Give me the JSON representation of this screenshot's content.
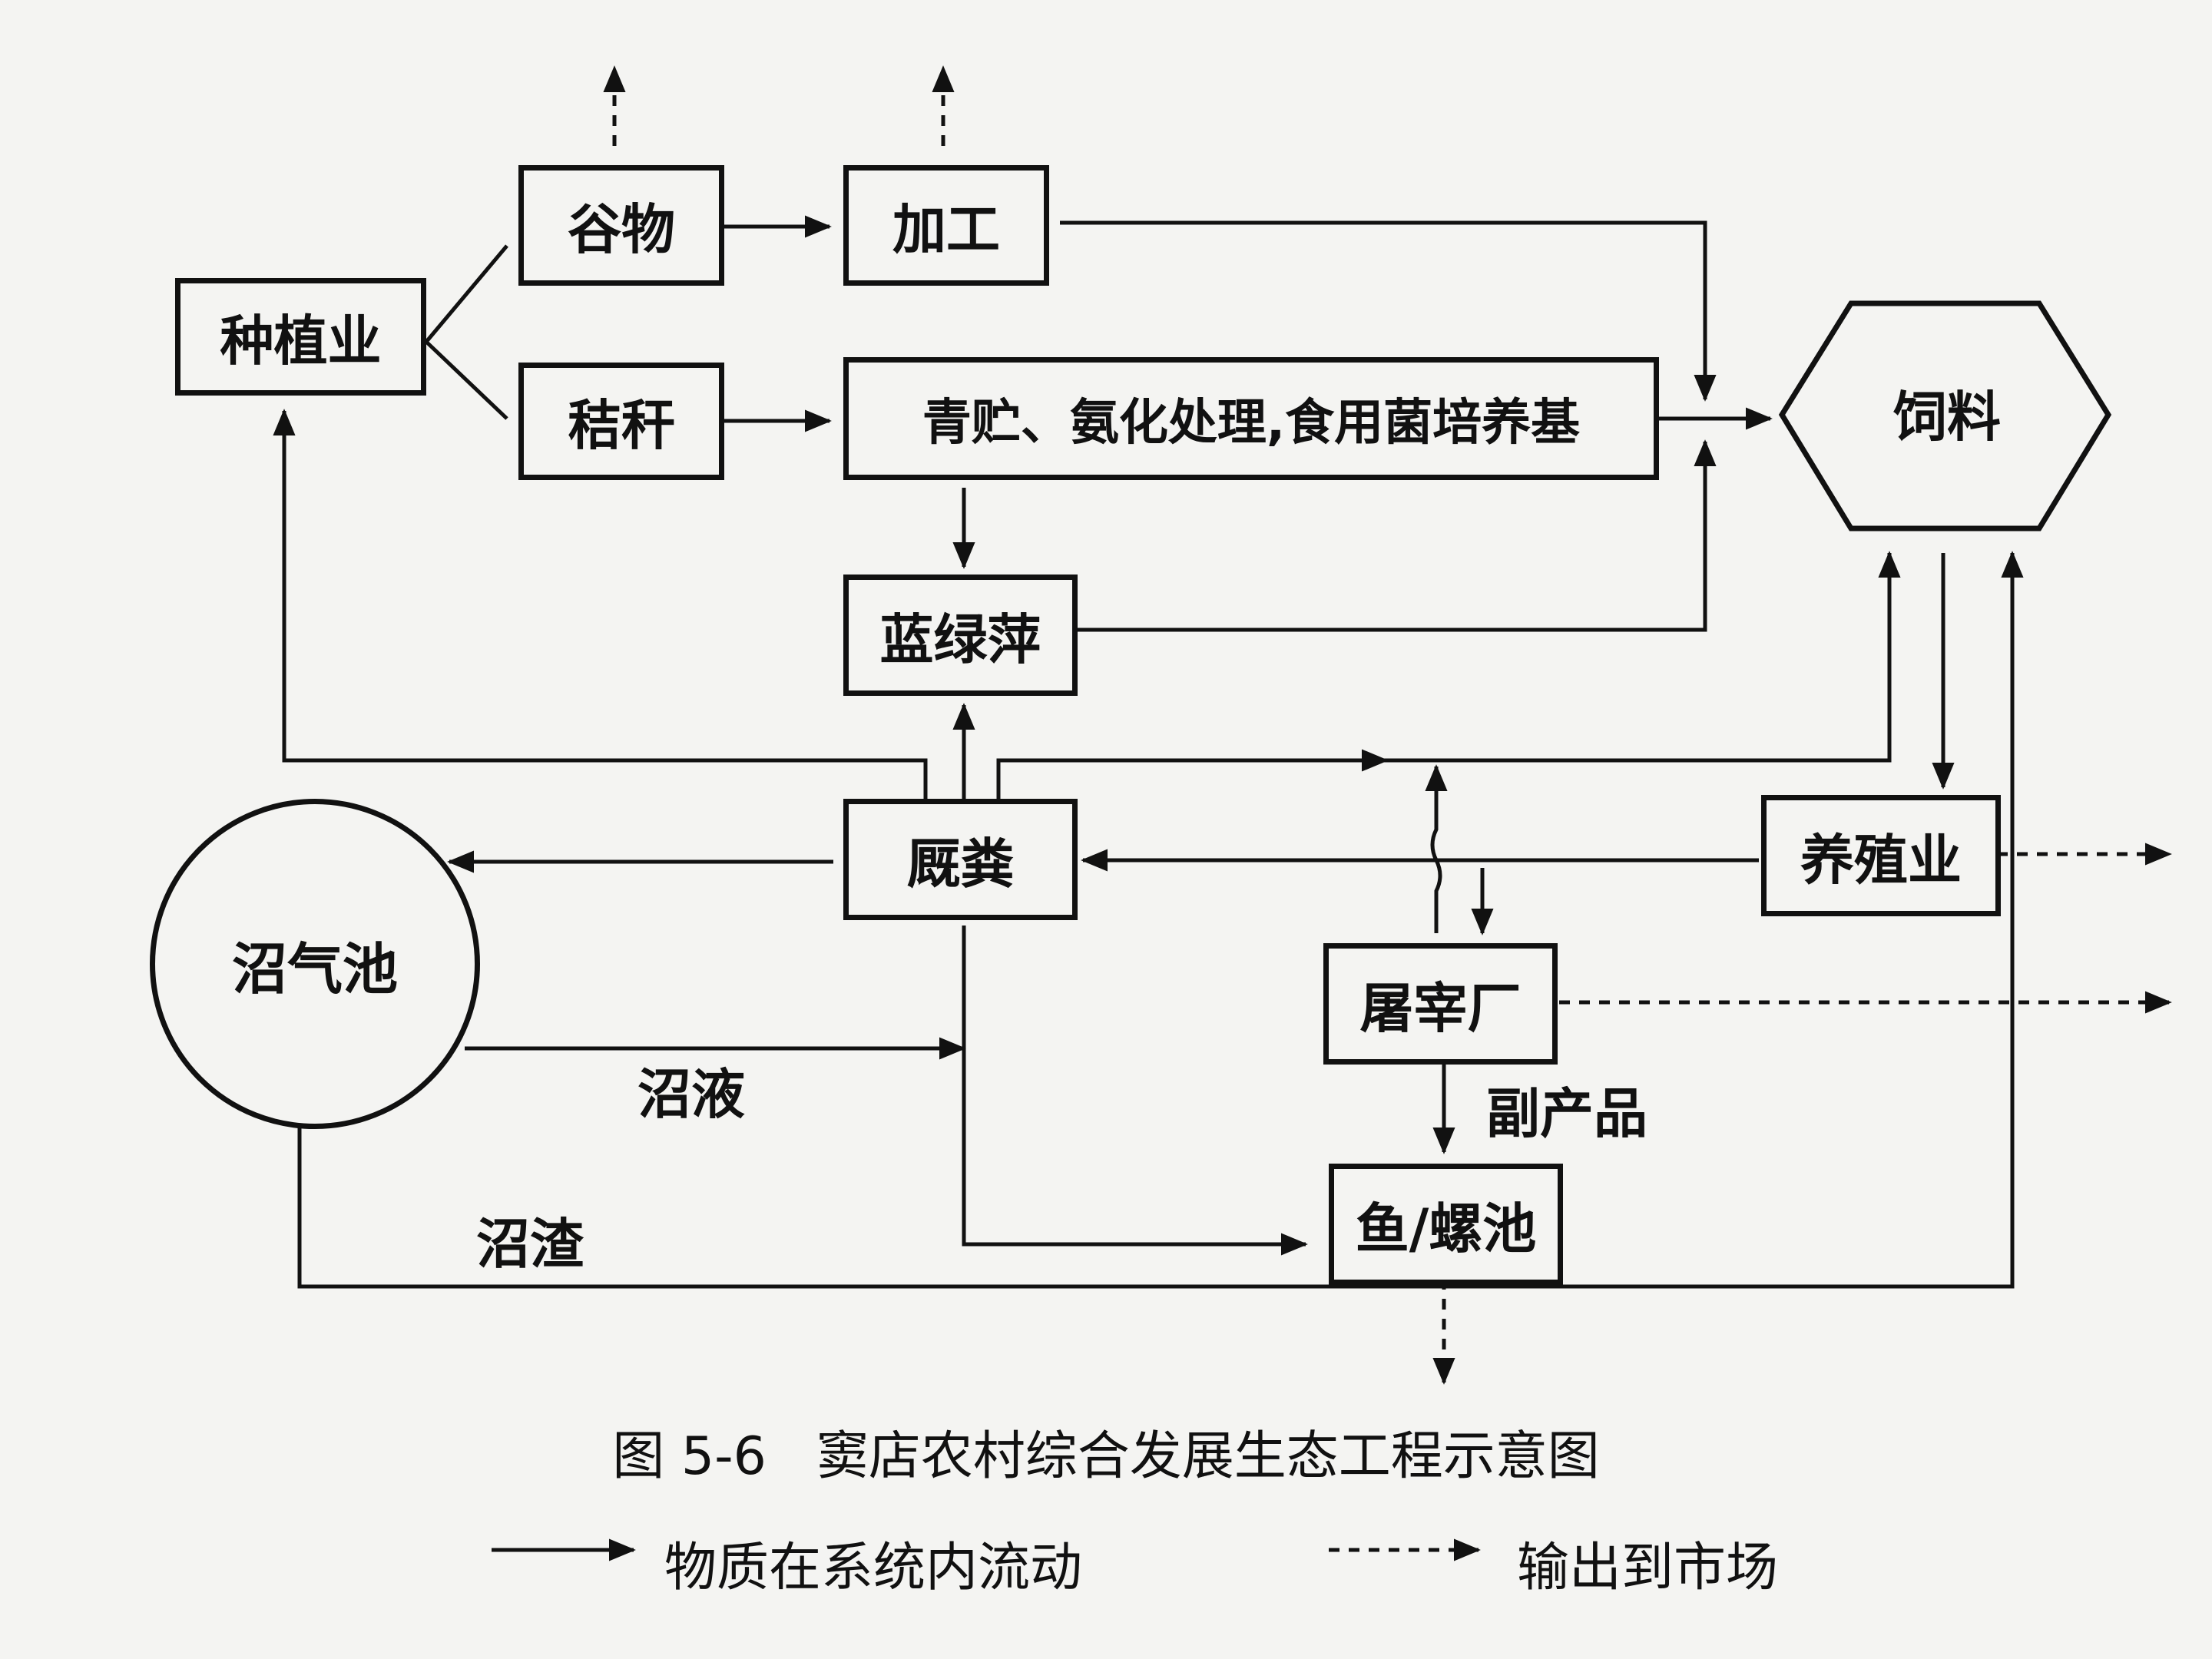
{
  "nodes": {
    "planting": "种植业",
    "grain": "谷物",
    "processing": "加工",
    "straw": "秸秆",
    "silage": "青贮、氨化处理,食用菌培养基",
    "feed": "饲料",
    "azolla": "蓝绿萍",
    "manure": "厩粪",
    "livestock": "养殖业",
    "biogas": "沼气池",
    "slaughter": "屠宰厂",
    "pond": "鱼/螺池"
  },
  "edge_labels": {
    "biogas_liquid": "沼液",
    "biogas_residue": "沼渣",
    "byproduct": "副产品"
  },
  "caption": "图 5-6   窦店农村综合发展生态工程示意图",
  "legend": {
    "solid": "物质在系统内流动",
    "dashed": "输出到市场"
  }
}
